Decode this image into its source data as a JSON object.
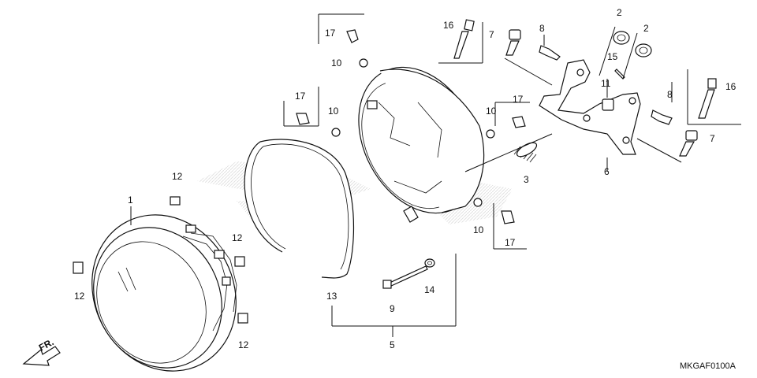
{
  "diagram": {
    "code": "MKGAF0100A",
    "front_label": "FR.",
    "callouts": [
      {
        "id": "c-1",
        "text": "1"
      },
      {
        "id": "c-2a",
        "text": "2"
      },
      {
        "id": "c-2b",
        "text": "2"
      },
      {
        "id": "c-3",
        "text": "3"
      },
      {
        "id": "c-5",
        "text": "5"
      },
      {
        "id": "c-6",
        "text": "6"
      },
      {
        "id": "c-7a",
        "text": "7"
      },
      {
        "id": "c-7b",
        "text": "7"
      },
      {
        "id": "c-8a",
        "text": "8"
      },
      {
        "id": "c-8b",
        "text": "8"
      },
      {
        "id": "c-9",
        "text": "9"
      },
      {
        "id": "c-10a",
        "text": "10"
      },
      {
        "id": "c-10b",
        "text": "10"
      },
      {
        "id": "c-10c",
        "text": "10"
      },
      {
        "id": "c-10d",
        "text": "10"
      },
      {
        "id": "c-11",
        "text": "11"
      },
      {
        "id": "c-12a",
        "text": "12"
      },
      {
        "id": "c-12b",
        "text": "12"
      },
      {
        "id": "c-12c",
        "text": "12"
      },
      {
        "id": "c-12d",
        "text": "12"
      },
      {
        "id": "c-13",
        "text": "13"
      },
      {
        "id": "c-14",
        "text": "14"
      },
      {
        "id": "c-15",
        "text": "15"
      },
      {
        "id": "c-16a",
        "text": "16"
      },
      {
        "id": "c-16b",
        "text": "16"
      },
      {
        "id": "c-17a",
        "text": "17"
      },
      {
        "id": "c-17b",
        "text": "17"
      },
      {
        "id": "c-17c",
        "text": "17"
      },
      {
        "id": "c-17d",
        "text": "17"
      }
    ]
  }
}
